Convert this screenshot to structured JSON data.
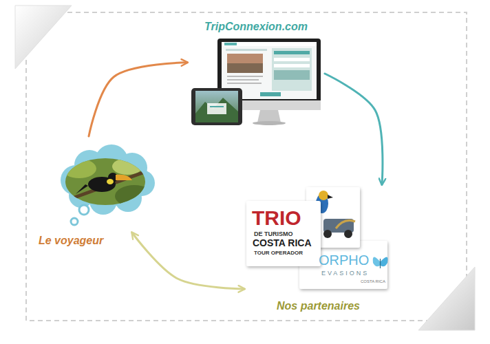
{
  "diagram": {
    "nodes": [
      {
        "text": [
          "TripConnexion.com"
        ]
      },
      {
        "text": [
          "Le voyageur"
        ]
      },
      {
        "text": [
          "Nos partenaires"
        ]
      }
    ],
    "edges": [
      {
        "from": 1,
        "to": 0,
        "arrow": "to"
      },
      {
        "from": 0,
        "to": 2,
        "arrow": "to"
      },
      {
        "from": 2,
        "to": 1,
        "arrow": "both"
      }
    ],
    "labels": [
      "TRIO",
      "DE TURISMO",
      "COSTA RICA",
      "TOUR OPERADOR",
      "ORPHO",
      "EVASIONS",
      "COSTA RICA"
    ]
  }
}
